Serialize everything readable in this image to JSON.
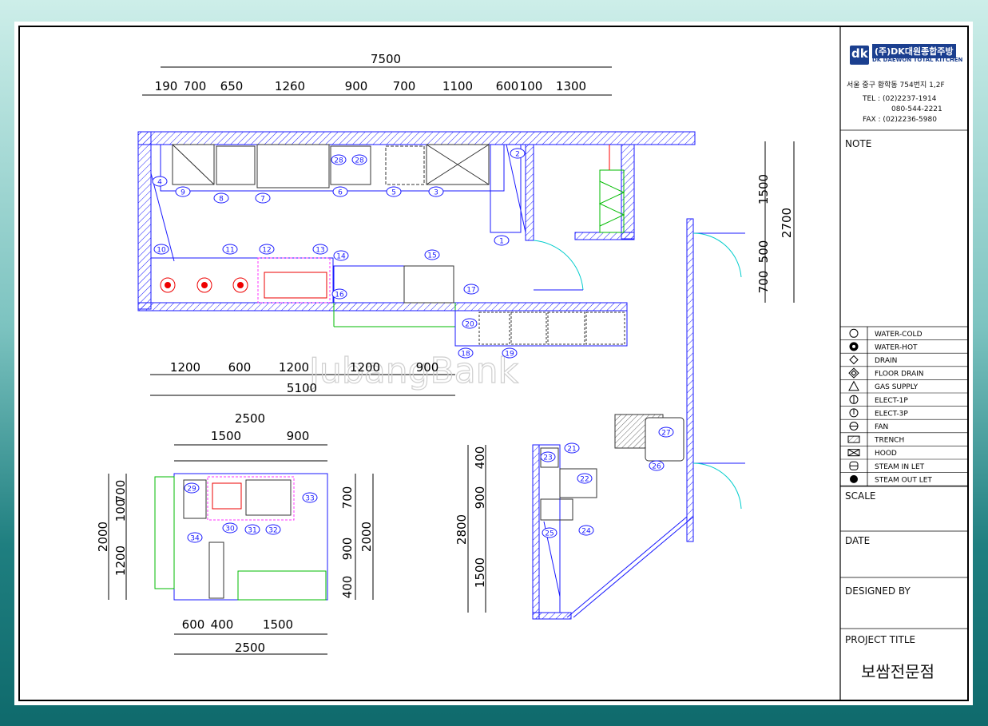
{
  "company": {
    "name_ko": "(주)DK대원종합주방",
    "name_en": "DK DAEWON TOTAL KITCHEN",
    "logo_text": "dk",
    "address": "서울 중구 황학동 754번지 1,2F",
    "tel": "TEL : (02)2237-1914",
    "tel2": "080-544-2221",
    "fax": "FAX : (02)2236-5980"
  },
  "title_block": {
    "note": "NOTE",
    "scale": "SCALE",
    "date": "DATE",
    "designed_by": "DESIGNED BY",
    "project_title": "PROJECT TITLE",
    "project_name": "보쌈전문점"
  },
  "legend": [
    {
      "label": "WATER-COLD",
      "icon": "water-cold-icon"
    },
    {
      "label": "WATER-HOT",
      "icon": "water-hot-icon"
    },
    {
      "label": "DRAIN",
      "icon": "drain-icon"
    },
    {
      "label": "FLOOR DRAIN",
      "icon": "floor-drain-icon"
    },
    {
      "label": "GAS SUPPLY",
      "icon": "gas-supply-icon"
    },
    {
      "label": "ELECT-1P",
      "icon": "elect-1p-icon"
    },
    {
      "label": "ELECT-3P",
      "icon": "elect-3p-icon"
    },
    {
      "label": "FAN",
      "icon": "fan-icon"
    },
    {
      "label": "TRENCH",
      "icon": "trench-icon"
    },
    {
      "label": "HOOD",
      "icon": "hood-icon"
    },
    {
      "label": "STEAM IN LET",
      "icon": "steam-inlet-icon"
    },
    {
      "label": "STEAM OUT LET",
      "icon": "steam-outlet-icon"
    }
  ],
  "dimensions": {
    "main_top_total": "7500",
    "main_top": [
      "190",
      "700",
      "650",
      "1260",
      "900",
      "700",
      "1100",
      "600",
      "100",
      "1300"
    ],
    "main_bottom": [
      "1200",
      "600",
      "1200",
      "1200",
      "900"
    ],
    "main_bottom_total": "5100",
    "main_right": [
      "1500",
      "500",
      "700"
    ],
    "main_right_total": "2700",
    "island_top_total": "2500",
    "island_top": [
      "1500",
      "900"
    ],
    "island_left_total": "2000",
    "island_left": [
      "100",
      "700",
      "1200"
    ],
    "island_right": [
      "700",
      "900",
      "400"
    ],
    "island_right_total": "2000",
    "island_bottom": [
      "600",
      "400",
      "1500"
    ],
    "island_bottom_total": "2500",
    "dish_left_total": "2800",
    "dish_left": [
      "400",
      "900",
      "1500"
    ]
  },
  "equipment": {
    "main": [
      "1",
      "2",
      "3",
      "4",
      "5",
      "6",
      "7",
      "8",
      "9",
      "10",
      "11",
      "12",
      "13",
      "14",
      "15",
      "16",
      "17",
      "18",
      "19",
      "20",
      "28",
      "28"
    ],
    "island": [
      "29",
      "30",
      "31",
      "32",
      "33",
      "34"
    ],
    "dish": [
      "21",
      "22",
      "23",
      "24",
      "25"
    ],
    "right": [
      "26",
      "27"
    ]
  },
  "watermark": "JubangBank"
}
